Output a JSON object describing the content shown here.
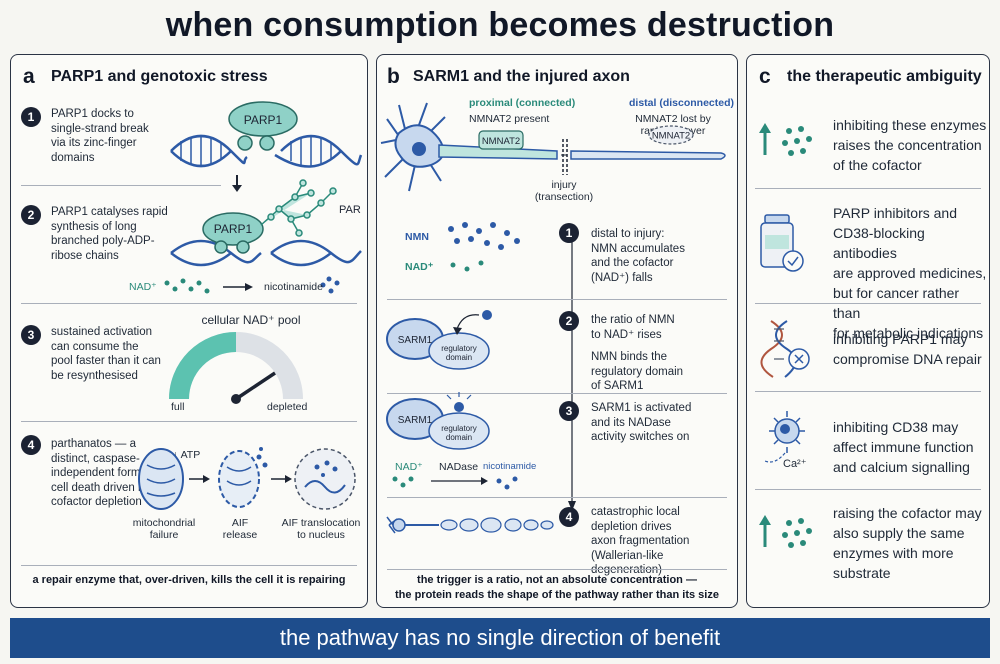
{
  "title": "when consumption becomes destruction",
  "banner": "the pathway has no single direction of benefit",
  "colors": {
    "teal": "#2a8a7a",
    "blue": "#2d5aa6",
    "navy": "#1e4d8c",
    "protein": "#8fd1c7"
  },
  "panel_a": {
    "letter": "a",
    "heading": "PARP1 and genotoxic stress",
    "steps": [
      {
        "num": "1",
        "text": [
          "PARP1 docks to",
          "single-strand break",
          "via its zinc-finger",
          "domains"
        ]
      },
      {
        "num": "2",
        "text": [
          "PARP1 catalyses rapid",
          "synthesis of long",
          "branched poly-ADP-",
          "ribose chains"
        ]
      },
      {
        "num": "3",
        "text": [
          "sustained activation",
          "can consume the",
          "pool faster than it can",
          "be resynthesised"
        ]
      },
      {
        "num": "4",
        "text": [
          "parthanatos — a",
          "distinct, caspase-",
          "independent form of",
          "cell death driven by",
          "cofactor depletion"
        ]
      }
    ],
    "parp1_label": "PARP1",
    "par_label": "PAR",
    "nad_label": "NAD⁺",
    "nicotinamide_label": "nicotinamide",
    "gauge_title": "cellular NAD⁺ pool",
    "gauge_full": "full",
    "gauge_depleted": "depleted",
    "atp_label": "↓ ATP",
    "mito_labels": [
      "mitochondrial",
      "failure"
    ],
    "aif_labels": [
      "AIF",
      "release"
    ],
    "nucleus_labels": [
      "AIF translocation",
      "to nucleus"
    ],
    "caption": "a repair enzyme that, over-driven, kills the cell it is repairing"
  },
  "panel_b": {
    "letter": "b",
    "heading": "SARM1 and the injured axon",
    "proximal_title": "proximal (connected)",
    "proximal_sub": "NMNAT2 present",
    "nmnat2_label": "NMNAT2",
    "distal_title": "distal (disconnected)",
    "distal_sub": [
      "NMNAT2 lost by",
      "rapid turnover"
    ],
    "injury_label": [
      "injury",
      "(transection)"
    ],
    "nmn_label": "NMN",
    "nad_label": "NAD⁺",
    "sarm1_label": "SARM1",
    "regulatory_label": [
      "regulatory",
      "domain"
    ],
    "nadase_label": "NADase",
    "nicotinamide_label": "nicotinamide",
    "steps": [
      {
        "num": "1",
        "text": [
          "distal to injury:",
          "NMN accumulates",
          "and the cofactor",
          "(NAD⁺) falls"
        ]
      },
      {
        "num": "2",
        "text": [
          "the ratio of NMN",
          "to NAD⁺ rises"
        ],
        "text2": [
          "NMN binds the",
          "regulatory domain",
          "of SARM1"
        ]
      },
      {
        "num": "3",
        "text": [
          "SARM1 is activated",
          "and its NADase",
          "activity switches on"
        ]
      },
      {
        "num": "4",
        "text": [
          "catastrophic local",
          "depletion drives",
          "axon fragmentation",
          "(Wallerian-like",
          "degeneration)"
        ]
      }
    ],
    "caption": [
      "the trigger is a ratio, not an absolute concentration —",
      "the protein reads the shape of the pathway rather than its size"
    ]
  },
  "panel_c": {
    "letter": "c",
    "heading": "the therapeutic ambiguity",
    "items": [
      {
        "text": [
          "inhibiting these enzymes",
          "raises the concentration",
          "of the cofactor"
        ],
        "icon": "up-arrow-dots-icon"
      },
      {
        "text": [
          "PARP inhibitors and",
          "CD38-blocking antibodies",
          "are approved medicines,",
          "but for cancer rather than",
          "for metabolic indications"
        ],
        "icon": "medicine-bottle-icon"
      },
      {
        "text": [
          "inhibiting PARP1 may",
          "compromise DNA repair"
        ],
        "icon": "dna-cross-icon"
      },
      {
        "text": [
          "inhibiting CD38 may",
          "affect immune function",
          "and calcium signalling"
        ],
        "icon": "immune-cell-icon"
      },
      {
        "text": [
          "raising the cofactor may",
          "also supply the same",
          "enzymes with more",
          "substrate"
        ],
        "icon": "up-arrow-dots-icon"
      }
    ],
    "ca_label": "Ca²⁺"
  }
}
